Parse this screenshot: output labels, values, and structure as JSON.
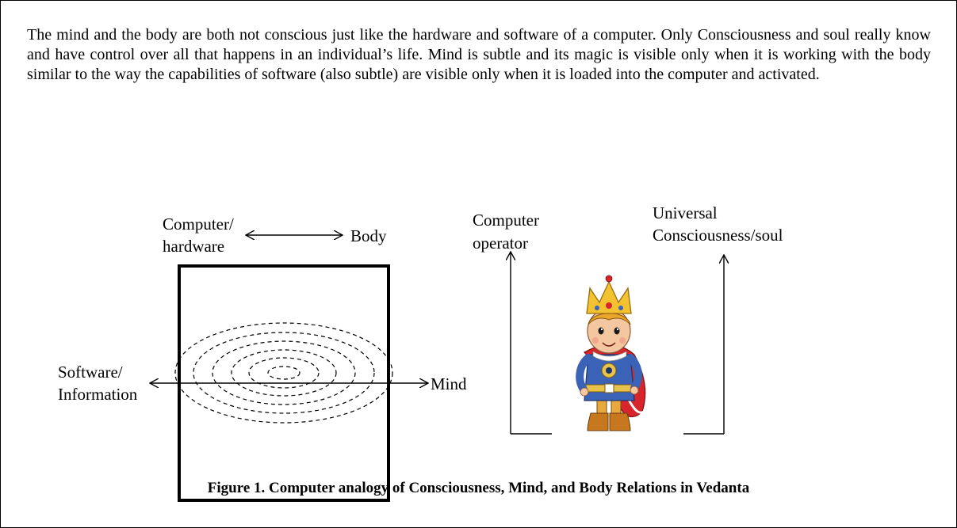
{
  "paragraph": {
    "sentences": [
      "The mind and the body are both not conscious just like the hardware and software of a computer. ",
      "Only Consciousness and soul really know and have control over all that happens in an individual’s life. ",
      "Mind is subtle and its magic is visible only when it is working with the body similar to the way the capabilities of software (also subtle) are visible only when it is loaded into the computer and activated."
    ]
  },
  "diagram": {
    "left": {
      "hardware_label": [
        "Computer/",
        "hardware"
      ],
      "body_label": "Body",
      "software_label": [
        "Software/",
        "Information"
      ],
      "mind_label": "Mind"
    },
    "right": {
      "operator_label": [
        "Computer",
        "operator"
      ],
      "consciousness_label": [
        "Universal",
        "Consciousness/soul"
      ],
      "figure_icon": "king-cartoon-icon"
    },
    "colors": {
      "line": "#000000",
      "crown": "#f2c230",
      "cape": "#d8252b",
      "tunic": "#3a63b8"
    }
  },
  "caption": "Figure 1. Computer analogy of Consciousness, Mind, and Body Relations in Vedanta"
}
